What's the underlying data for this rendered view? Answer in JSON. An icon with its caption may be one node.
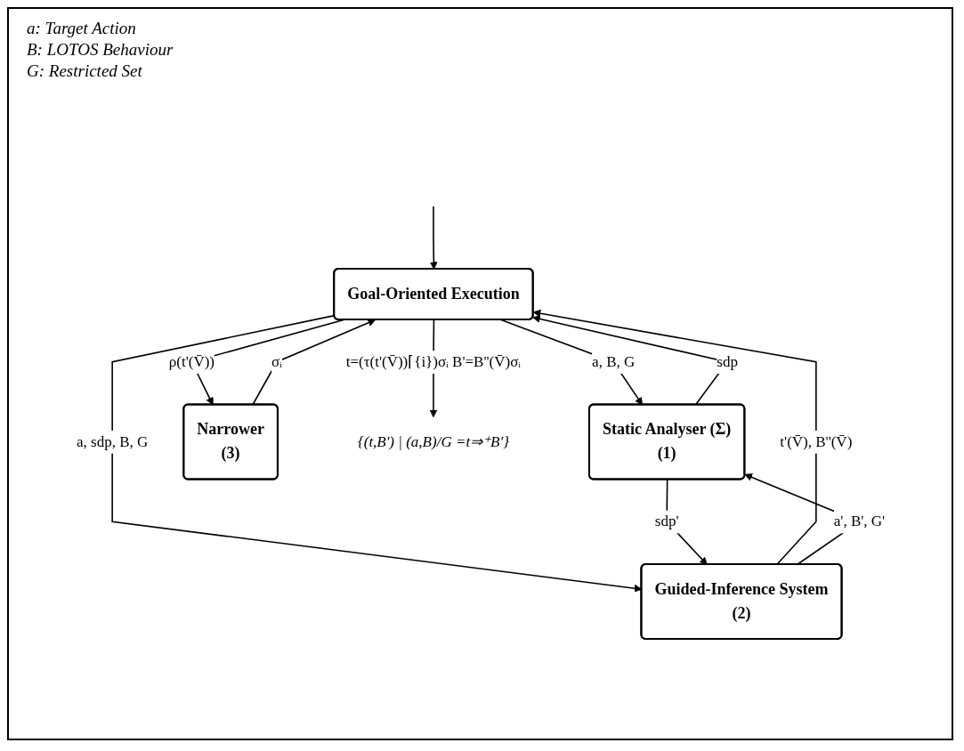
{
  "diagram": {
    "nodes": [
      {
        "text": [
          "Goal-Oriented Execution"
        ]
      },
      {
        "text": [
          "Static Analyser (Σ)",
          "(1)"
        ]
      },
      {
        "text": [
          "Guided-Inference System",
          "(2)"
        ]
      },
      {
        "text": [
          "Narrower",
          "(3)"
        ]
      },
      {
        "text": [
          "{(t,B') | (a,B)/G =t⇒⁺B'}"
        ]
      }
    ],
    "edges": [
      {
        "from": null,
        "to": 0,
        "arrow": "to"
      },
      {
        "from": 0,
        "to": 4,
        "arrow": "to",
        "label": "t=(τ(t'(V̄))⌈{i})σᵢ B'=B''(V̄)σᵢ"
      },
      {
        "from": 0,
        "to": 1,
        "arrow": "to",
        "label": "a, B, G"
      },
      {
        "from": 1,
        "to": 0,
        "arrow": "to",
        "label": "sdp"
      },
      {
        "from": 0,
        "to": 2,
        "arrow": "to",
        "label": "a, sdp, B, G"
      },
      {
        "from": 2,
        "to": 0,
        "arrow": "to",
        "label": "t'(V̄), B''(V̄)"
      },
      {
        "from": 0,
        "to": 3,
        "arrow": "to",
        "label": "ρ(t'(V̄))"
      },
      {
        "from": 3,
        "to": 0,
        "arrow": "to",
        "label": "σᵢ"
      },
      {
        "from": 2,
        "to": 1,
        "arrow": "to",
        "label": "a', B', G'"
      },
      {
        "from": 1,
        "to": 2,
        "arrow": "to",
        "label": "sdp'"
      }
    ],
    "labels": [
      "a: Target Action",
      "B: LOTOS Behaviour",
      "G: Restricted Set"
    ]
  }
}
